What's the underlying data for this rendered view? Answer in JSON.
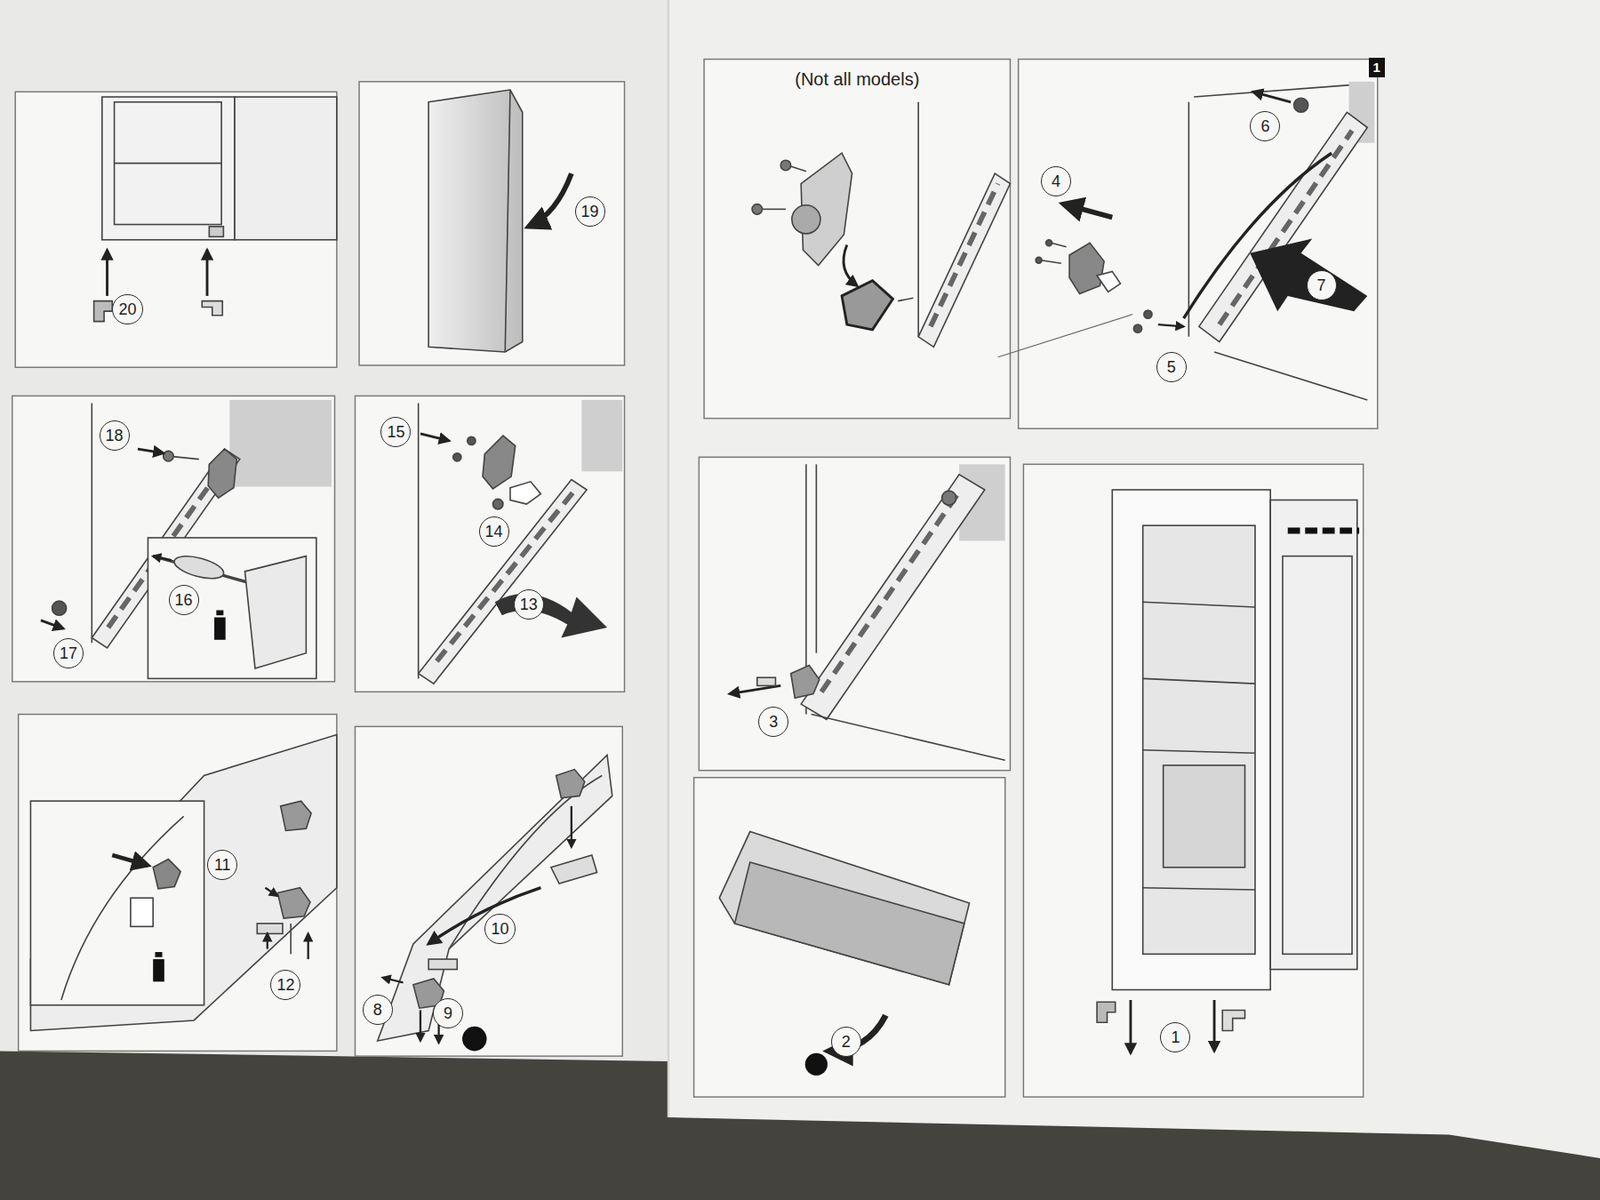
{
  "diagram": {
    "nodes": [
      {
        "text": [
          "1"
        ]
      },
      {
        "text": [
          "1"
        ]
      },
      {
        "text": [
          "2"
        ]
      },
      {
        "text": [
          "3"
        ]
      },
      {
        "text": [
          "4"
        ]
      },
      {
        "text": [
          "5"
        ]
      },
      {
        "text": [
          "6"
        ]
      },
      {
        "text": [
          "7"
        ]
      },
      {
        "text": [
          "8"
        ]
      },
      {
        "text": [
          "9"
        ]
      },
      {
        "text": [
          "10"
        ]
      },
      {
        "text": [
          "11"
        ]
      },
      {
        "text": [
          "12"
        ]
      },
      {
        "text": [
          "13"
        ]
      },
      {
        "text": [
          "14"
        ]
      },
      {
        "text": [
          "15"
        ]
      },
      {
        "text": [
          "16"
        ]
      },
      {
        "text": [
          "17"
        ]
      },
      {
        "text": [
          "18"
        ]
      },
      {
        "text": [
          "19"
        ]
      },
      {
        "text": [
          "20"
        ]
      }
    ],
    "labels": [
      "(Not all models)"
    ]
  }
}
